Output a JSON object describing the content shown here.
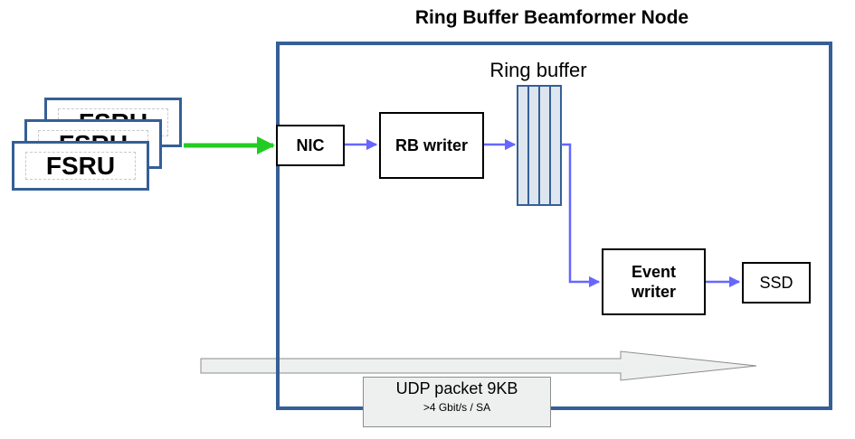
{
  "title": "Ring Buffer Beamformer Node",
  "fsru_cards": [
    "FSRU",
    "FSRU",
    "FSRU"
  ],
  "nic_label": "NIC",
  "rb_writer_label": "RB writer",
  "ring_buffer_label": "Ring buffer",
  "event_writer_label": [
    "Event",
    "writer"
  ],
  "ssd_label": "SSD",
  "udp": {
    "line1": "UDP packet 9KB",
    "line2": ">4 Gbit/s / SA"
  },
  "colors": {
    "frame": "#355f96",
    "flow_arrow": "#6666ff",
    "input_arrow": "#22cc22",
    "ring_fill": "#dde6ee",
    "big_arrow_fill": "#eef0ef"
  }
}
